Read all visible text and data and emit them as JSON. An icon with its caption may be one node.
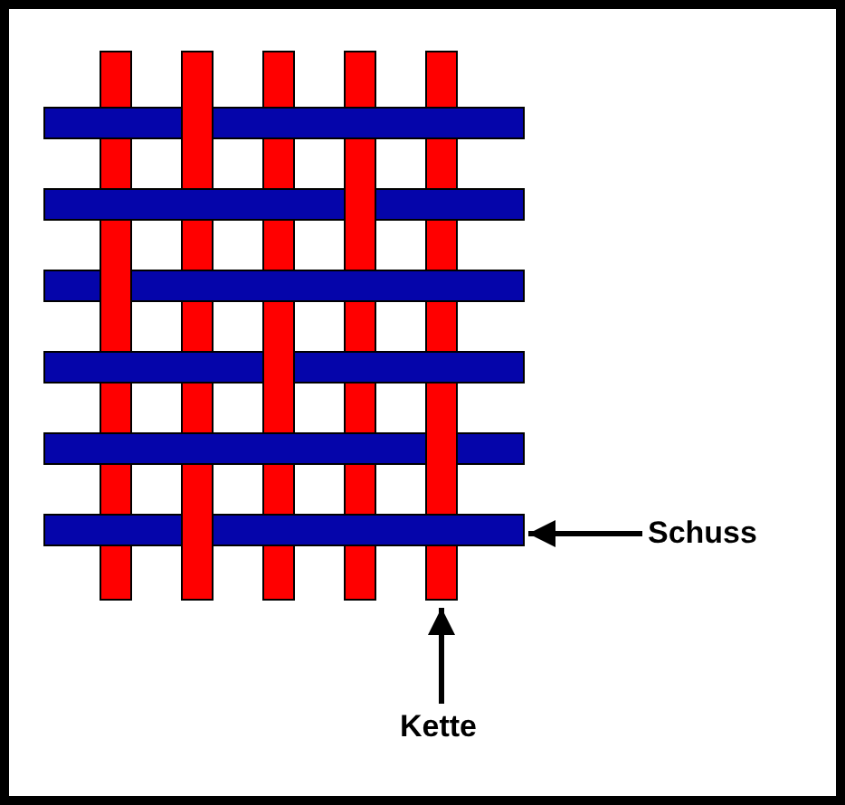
{
  "diagram": {
    "nodes": [
      {
        "text": [],
        "shape": "bar"
      },
      {
        "text": [
          "Schuss"
        ]
      },
      {
        "text": [],
        "shape": "bar"
      },
      {
        "text": [
          "Kette"
        ]
      }
    ],
    "edges": [
      {
        "from": 1,
        "to": 0,
        "arrow": "to"
      },
      {
        "from": 3,
        "to": 2,
        "arrow": "to"
      }
    ]
  }
}
